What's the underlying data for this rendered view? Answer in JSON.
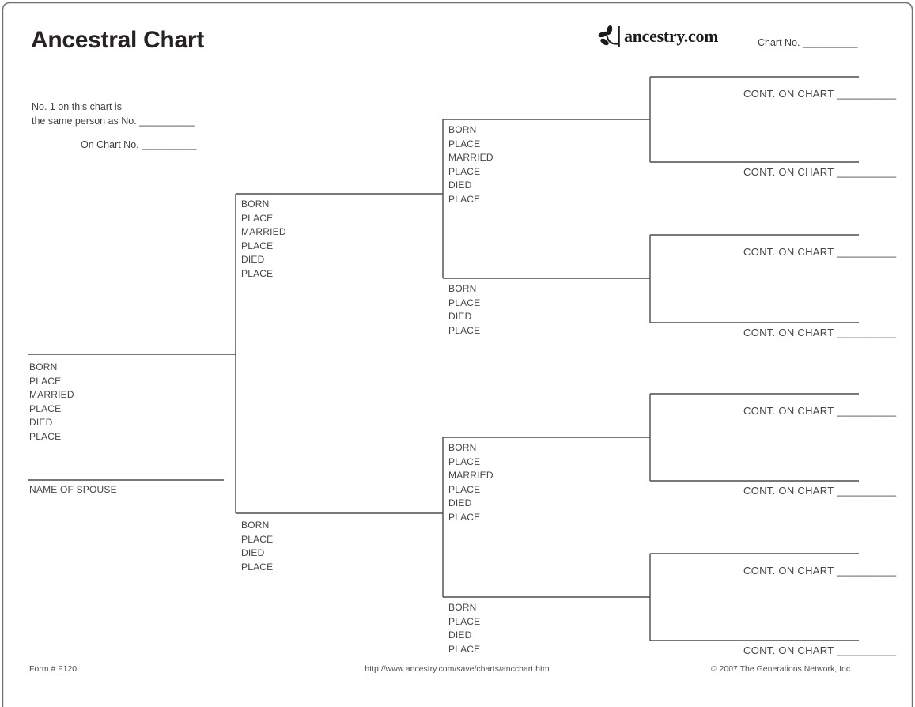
{
  "header": {
    "title": "Ancestral Chart",
    "logo_text": "ancestry.com",
    "chart_no": "Chart No. __________"
  },
  "note": {
    "line1": "No. 1 on this chart is",
    "line2": "the same person as No. __________",
    "line3": "On Chart No. __________"
  },
  "nodes": {
    "person1": [
      "BORN",
      "PLACE",
      "MARRIED",
      "PLACE",
      "DIED",
      "PLACE"
    ],
    "spouse_label": "NAME OF SPOUSE",
    "father": [
      "BORN",
      "PLACE",
      "MARRIED",
      "PLACE",
      "DIED",
      "PLACE"
    ],
    "mother": [
      "BORN",
      "PLACE",
      "DIED",
      "PLACE"
    ],
    "paternal_grandfather": [
      "BORN",
      "PLACE",
      "MARRIED",
      "PLACE",
      "DIED",
      "PLACE"
    ],
    "paternal_grandmother": [
      "BORN",
      "PLACE",
      "DIED",
      "PLACE"
    ],
    "maternal_grandfather": [
      "BORN",
      "PLACE",
      "MARRIED",
      "PLACE",
      "DIED",
      "PLACE"
    ],
    "maternal_grandmother": [
      "BORN",
      "PLACE",
      "DIED",
      "PLACE"
    ]
  },
  "cont_on_chart": {
    "label": "CONT. ON CHART __________"
  },
  "footer": {
    "form_number": "Form # F120",
    "url": "http://www.ancestry.com/save/charts/ancchart.htm",
    "copyright": "© 2007 The Generations Network, Inc."
  },
  "colors": {
    "line": "#4b4b4d",
    "text": "#414042",
    "title": "#262224"
  }
}
